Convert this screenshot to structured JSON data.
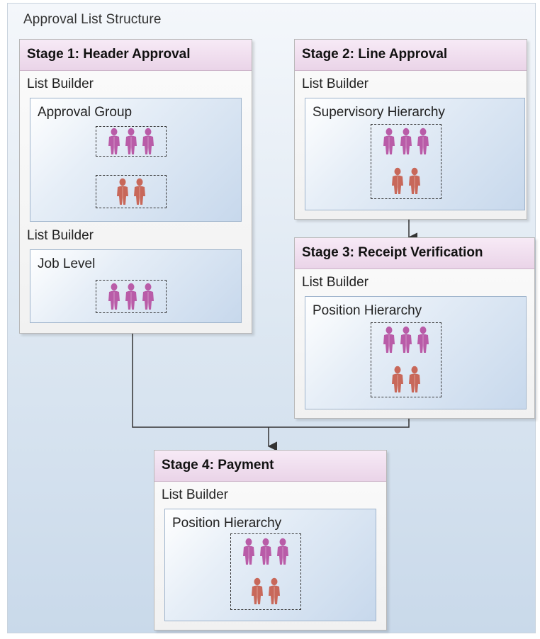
{
  "diagram": {
    "title": "Approval List Structure",
    "list_builder_label": "List Builder",
    "stages": {
      "stage1": {
        "title": "Stage 1: Header Approval",
        "builders": [
          {
            "approver_type": "Approval Group",
            "groups": [
              {
                "people": 3,
                "color": "#b95ca8"
              },
              {
                "people": 2,
                "color": "#c8685a"
              }
            ]
          },
          {
            "approver_type": "Job Level",
            "groups": [
              {
                "people": 3,
                "color": "#b95ca8"
              }
            ]
          }
        ]
      },
      "stage2": {
        "title": "Stage 2: Line Approval",
        "builders": [
          {
            "approver_type": "Supervisory Hierarchy",
            "groups": [
              {
                "people": 3,
                "color": "#b95ca8"
              },
              {
                "people": 2,
                "color": "#c8685a"
              }
            ]
          }
        ]
      },
      "stage3": {
        "title": "Stage 3: Receipt Verification",
        "builders": [
          {
            "approver_type": "Position Hierarchy",
            "groups": [
              {
                "people": 3,
                "color": "#b95ca8"
              },
              {
                "people": 2,
                "color": "#c8685a"
              }
            ]
          }
        ]
      },
      "stage4": {
        "title": "Stage 4: Payment",
        "builders": [
          {
            "approver_type": "Position Hierarchy",
            "groups": [
              {
                "people": 3,
                "color": "#b95ca8"
              },
              {
                "people": 2,
                "color": "#c8685a"
              }
            ]
          }
        ]
      }
    },
    "colors": {
      "purple_person": "#b95ca8",
      "salmon_person": "#c8685a",
      "stage_header": "#ead4e8",
      "connector": "#333333"
    }
  }
}
